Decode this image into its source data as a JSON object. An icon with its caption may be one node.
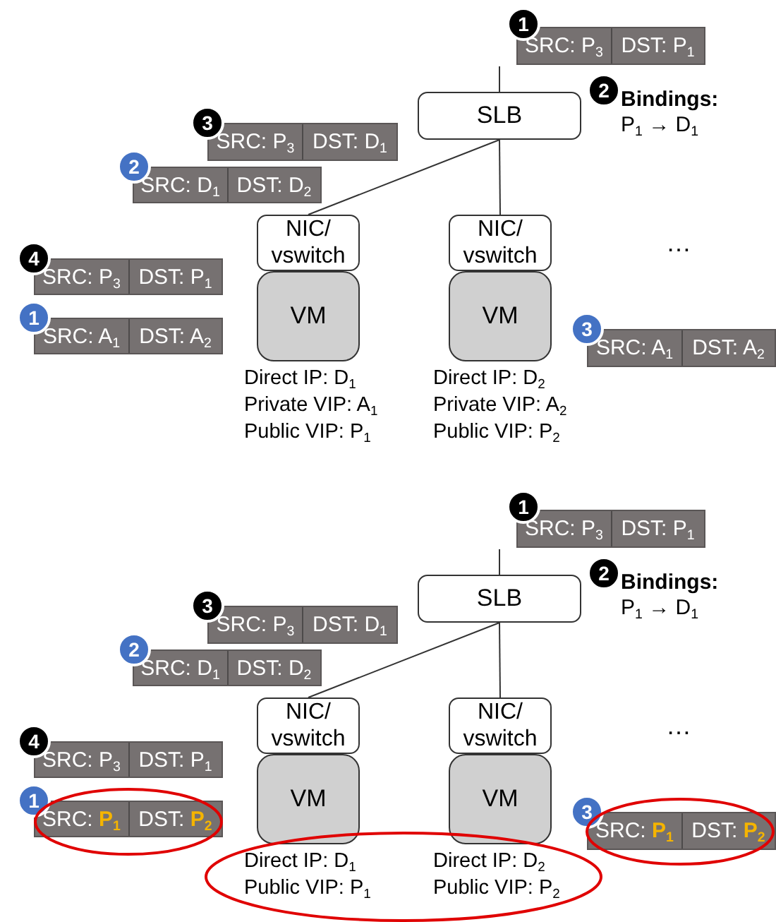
{
  "diagram": {
    "nodes": [
      {
        "text": [
          "1"
        ]
      },
      {
        "text": [
          "SRC: P$_{3}$",
          "DST: P$_{1}$"
        ]
      },
      {
        "text": [
          "SLB"
        ]
      },
      {
        "text": [
          "2"
        ]
      },
      {
        "text": [
          "3"
        ]
      },
      {
        "text": [
          "SRC: P$_{3}$",
          "DST: D$_{1}$"
        ]
      },
      {
        "text": [
          "2"
        ]
      },
      {
        "text": [
          "SRC: D$_{1}$",
          "DST: D$_{2}$"
        ]
      },
      {
        "text": [
          "NIC/ vswitch"
        ]
      },
      {
        "text": [
          "NIC/ vswitch"
        ]
      },
      {
        "text": [
          "4"
        ]
      },
      {
        "text": [
          "SRC: P$_{3}$",
          "DST: P$_{1}$"
        ]
      },
      {
        "text": [
          "1"
        ]
      },
      {
        "text": [
          "SRC: A$_{1}$",
          "DST: A$_{2}$"
        ]
      },
      {
        "text": [
          "VM"
        ],
        "beside": [
          "Direct IP: D$_{1}$ Private VIP: A$_{1}$ Public VIP: P$_{1}$"
        ]
      },
      {
        "text": [
          "VM"
        ],
        "beside": [
          "Direct IP: D$_{2}$ Private VIP: A$_{2}$ Public VIP: P$_{2}$"
        ]
      },
      {
        "text": [
          "3"
        ]
      },
      {
        "text": [
          "SRC: A$_{1}$",
          "DST: A$_{2}$"
        ]
      },
      {
        "text": [
          "1"
        ]
      },
      {
        "text": [
          "SRC: P$_{3}$",
          "DST: P$_{1}$"
        ]
      },
      {
        "text": [
          "SLB"
        ]
      },
      {
        "text": [
          "2"
        ]
      },
      {
        "text": [
          "3"
        ]
      },
      {
        "text": [
          "SRC: P$_{3}$",
          "DST: D$_{1}$"
        ]
      },
      {
        "text": [
          "2"
        ]
      },
      {
        "text": [
          "SRC: D$_{1}$",
          "DST: D$_{2}$"
        ]
      },
      {
        "text": [
          "NIC/ vswitch"
        ]
      },
      {
        "text": [
          "NIC/ vswitch"
        ]
      },
      {
        "text": [
          "4"
        ]
      },
      {
        "text": [
          "SRC: P$_{3}$",
          "DST: P$_{1}$"
        ]
      },
      {
        "text": [
          "1"
        ]
      },
      {
        "text": [
          "SRC: P$_{1}$",
          "DST: P$_{2}$"
        ]
      },
      {
        "text": [
          "VM"
        ],
        "beside": [
          "Direct IP: D$_{1}$ Public VIP: P$_{1}$"
        ]
      },
      {
        "text": [
          "VM"
        ],
        "beside": [
          "Direct IP: D$_{2}$ Public VIP: P$_{2}$"
        ]
      },
      {
        "text": [
          "3"
        ]
      },
      {
        "text": [
          "SRC: P$_{1}$",
          "DST: P$_{2}$"
        ]
      }
    ],
    "edges": [
      {
        "from": null,
        "to": 2,
        "arrow": "none"
      },
      {
        "from": 2,
        "to": 8,
        "arrow": "none"
      },
      {
        "from": 2,
        "to": 9,
        "arrow": "none"
      },
      {
        "from": null,
        "to": 20,
        "arrow": "none"
      },
      {
        "from": 20,
        "to": 26,
        "arrow": "none"
      },
      {
        "from": 20,
        "to": 27,
        "arrow": "none"
      }
    ],
    "labels": [
      "Bindings:",
      "P$_{1}$ → D$_{1}$",
      "…",
      "Bindings:",
      "P$_{1}$ → D$_{1}$",
      "…"
    ]
  }
}
